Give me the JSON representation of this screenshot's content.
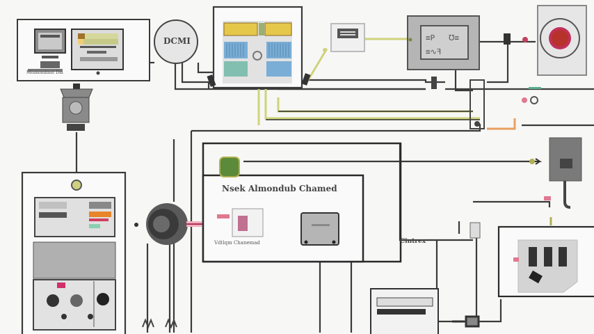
{
  "diagram": {
    "title": "Nsek Almondub Chamed",
    "labels": {
      "dcmi": "DCMI",
      "control_station": "Meanondmut Dm",
      "sub_panel": "Vdtlqm Chanemad",
      "center_tag": "Cintrex"
    },
    "colors": {
      "wire_dark": "#3a3a3a",
      "wire_yellow": "#d8dc8a",
      "panel_gray": "#b9b9b9",
      "emergency_red": "#b8322c",
      "accent_green": "#5a8a3a",
      "accent_pink": "#e07890",
      "accent_orange": "#e8a060"
    },
    "components": [
      {
        "id": "workstation",
        "icon": "computer-icon"
      },
      {
        "id": "status-monitor",
        "icon": "monitor-icon"
      },
      {
        "id": "dcmi-node",
        "icon": "circle-node-icon"
      },
      {
        "id": "main-rack",
        "icon": "rack-icon"
      },
      {
        "id": "small-module",
        "icon": "module-icon"
      },
      {
        "id": "control-screen",
        "icon": "display-icon"
      },
      {
        "id": "emergency-stop",
        "icon": "stop-button-icon"
      },
      {
        "id": "pressure-switch",
        "icon": "switch-icon"
      },
      {
        "id": "power-cabinet",
        "icon": "cabinet-icon"
      },
      {
        "id": "rotary-connector",
        "icon": "connector-icon"
      },
      {
        "id": "green-sensor",
        "icon": "sensor-icon"
      },
      {
        "id": "actuator",
        "icon": "actuator-icon"
      },
      {
        "id": "controller-unit",
        "icon": "controller-icon"
      },
      {
        "id": "junction-box",
        "icon": "junction-box-icon"
      },
      {
        "id": "terminal-block",
        "icon": "terminal-icon"
      },
      {
        "id": "relay-array",
        "icon": "relay-icon"
      }
    ]
  }
}
